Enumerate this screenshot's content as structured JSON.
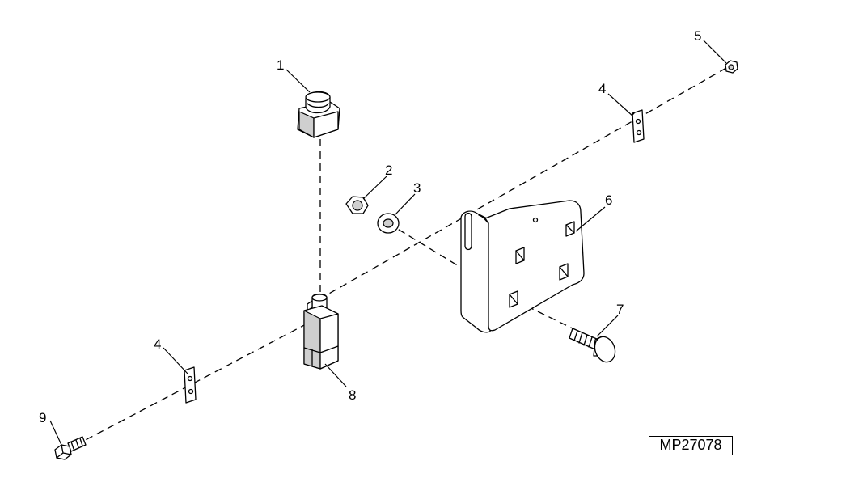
{
  "callouts": {
    "c1": "1",
    "c2": "2",
    "c3": "3",
    "c4a": "4",
    "c4b": "4",
    "c5": "5",
    "c6": "6",
    "c7": "7",
    "c8": "8",
    "c9": "9"
  },
  "figure_id": "MP27078",
  "colors": {
    "line": "#000000",
    "shading": "#cfcfcf",
    "background": "#ffffff"
  }
}
